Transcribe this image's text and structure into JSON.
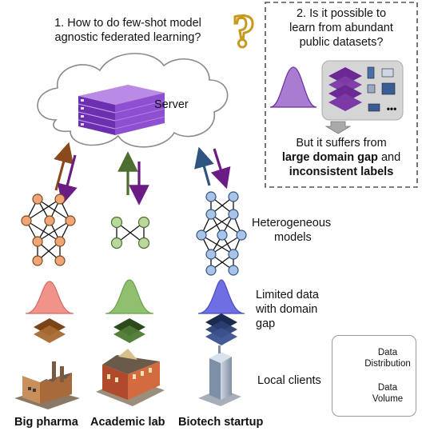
{
  "questions": {
    "q1": [
      "1. How to do few-shot model",
      "agnostic federated learning?"
    ],
    "q2": [
      "2. Is it possible to",
      "learn from abundant",
      "public datasets?"
    ],
    "q2_answer": [
      "But it suffers from"
    ],
    "q2_answer_b1": "large domain gap",
    "q2_answer_and": "and",
    "q2_answer_b2": "inconsistent labels",
    "question_mark": "?"
  },
  "server_label": "Server",
  "side_labels": {
    "models": [
      "Heterogeneous",
      "models"
    ],
    "data": [
      "Limited data",
      "with domain",
      "gap"
    ],
    "clients": "Local clients"
  },
  "clients": [
    {
      "name": "Big pharma",
      "color": "#f0938a",
      "dark": "#d76a60",
      "node": "#f0a576",
      "arrow_up": "#8b4a1c",
      "arrow_down": "#6a1b84"
    },
    {
      "name": "Academic lab",
      "color": "#8fc06e",
      "dark": "#6aa04b",
      "node": "#b9d99a",
      "arrow_up": "#4d6e30",
      "arrow_down": "#6a1b84"
    },
    {
      "name": "Biotech startup",
      "color": "#6f6fe3",
      "dark": "#4a4ac7",
      "node": "#a9c3e6",
      "arrow_up": "#2f5480",
      "arrow_down": "#6a1b84"
    }
  ],
  "legend": {
    "distribution": [
      "Data",
      "Distribution"
    ],
    "volume": [
      "Data",
      "Volume"
    ]
  },
  "public_dataset_label": "•••",
  "colors": {
    "purple": "#7a3fb3",
    "purple_dark": "#5a2390",
    "dashed_border": "#555555",
    "question_mark": "#c79a1e"
  }
}
